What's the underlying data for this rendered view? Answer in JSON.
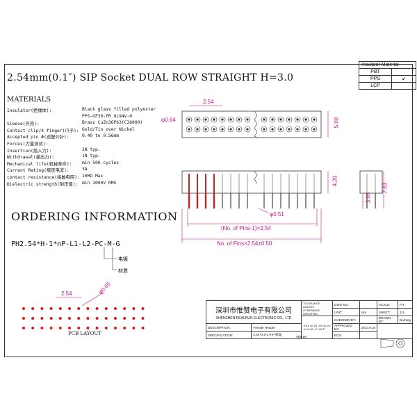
{
  "title": "2.54mm(0.1″) SIP Socket DUAL ROW STRAIGHT H=3.0",
  "materials_heading": "MATERIALS",
  "specs": [
    {
      "label": "Insulator(绝缘体):",
      "value": "Black glass filled polyester"
    },
    {
      "label": "",
      "value": "PPS-GF30-FR UL94V-0"
    },
    {
      "label": "Sleeve(外壳):",
      "value": "Brass CuZn36Pb3(C36000)"
    },
    {
      "label": "Contact clip/4 finger(爪子):",
      "value": "Gold/Tin over Nickel"
    },
    {
      "label": "Accepted pin Φ(适配公针):",
      "value": "0.40 to 0.56mm"
    },
    {
      "label": "Forces(力量测试):",
      "value": ""
    },
    {
      "label": "   Insertion(插入力):",
      "value": "2N typ."
    },
    {
      "label": "   Withdrawal(拔出力):",
      "value": "1N typ."
    },
    {
      "label": "Mechanical life(机械寿命):",
      "value": "min 500 cycles"
    },
    {
      "label": "Current Rating(额定电流):",
      "value": "3A"
    },
    {
      "label": "contact resistance(接触电阻):",
      "value": "10MΩ Max"
    },
    {
      "label": "Dielectric strength(耐压值):",
      "value": "min 1000V RMS"
    }
  ],
  "ordering_heading": "ORDERING INFORMATION",
  "part_number": "PH2.54*H-1*nP-L1-L2-PC-M-G",
  "part_notes": {
    "plating": "电镀",
    "material": "材质"
  },
  "pcb": {
    "label": "PCB LAYOUT",
    "pitch": "2.54",
    "hole": "φ0.65"
  },
  "dims": {
    "pitch_top": "2.54",
    "hole_top": "φ0.64",
    "row_height": "5.08",
    "height_420": "4.20",
    "height_300": "3.00",
    "height_763": "7.63",
    "pin_dia": "φ0.51",
    "pitch_formula": "(No. of Pins-1)×2.54",
    "length_formula": "No. of Pins×2.54±0.50"
  },
  "insulator_table": {
    "heading": "Insulator Material",
    "rows": [
      {
        "name": "PBT",
        "mark": ""
      },
      {
        "name": "PPS",
        "mark": "✔"
      },
      {
        "name": "LCP",
        "mark": ""
      }
    ]
  },
  "title_block": {
    "company_cn": "深圳市惟赞电子有限公司",
    "company_en": "SHENZHEN REALRUN ELECTRONIC CO., LTD",
    "tolerance": "TOLERANCE UNLESS OTHERWISE SPECIFIED",
    "tol_values": ".XXX ±0.15  .XX ±0.20  .X ±0.30  .X° ±0.3°",
    "dwg_no_label": "DWG NO.:",
    "scale_label": "SCALE:",
    "scale_value": "FIT",
    "unit_label": "UNIT:",
    "unit_value": "mm",
    "sheet_label": "SHEET:",
    "sheet_value": "1/1",
    "checked_label": "CHECKED BY:",
    "drawn_label": "DRAWN BY:",
    "drawn_value": "Burning",
    "approved_label": "APPROVED BY:",
    "date_value": "2013.9.16",
    "ecn_label": "ECN:",
    "desc_label": "DESCRIPTION:",
    "desc_value": "Female Header",
    "ver_label": "VER:",
    "ver_value": "00",
    "spec_label": "SPECIFICATION:",
    "spec_value": "2.54×3.0-2×nP 标准"
  },
  "colors": {
    "dimension": "#c71585",
    "pin_red": "#cc2222",
    "line": "#333333"
  }
}
